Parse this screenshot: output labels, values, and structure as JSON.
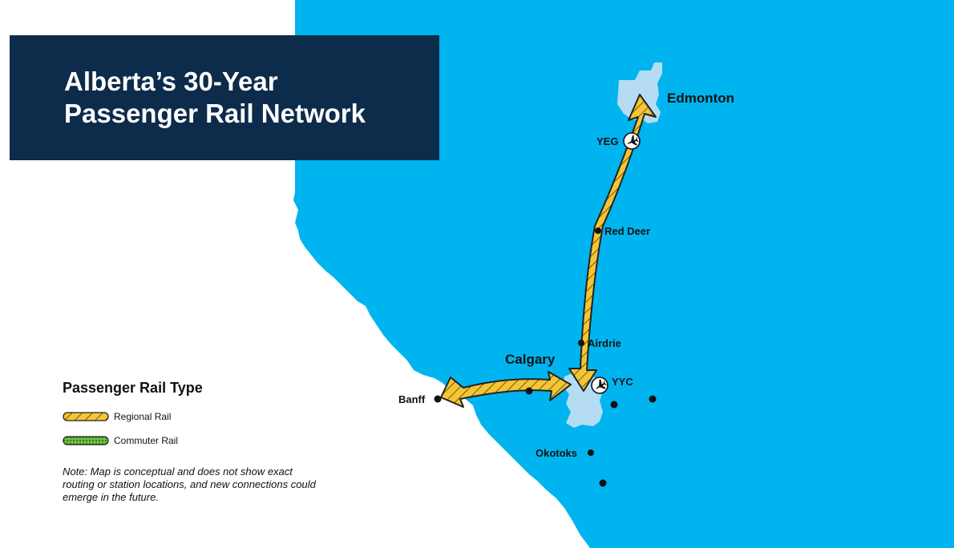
{
  "title": {
    "line1": "Alberta’s 30-Year",
    "line2": "Passenger Rail Network"
  },
  "legend": {
    "heading": "Passenger Rail Type",
    "items": [
      {
        "label": "Regional Rail",
        "color": "#f5c533"
      },
      {
        "label": "Commuter Rail",
        "color": "#6cbf3f"
      }
    ],
    "note": "Note: Map is conceptual and does not show exact routing or station locations, and new connections could emerge in the future."
  },
  "colors": {
    "province": "#00b4ef",
    "city": "#b5dcf2",
    "regional_rail": "#f5c533",
    "title_bg": "#0d2b4a"
  },
  "places": {
    "edmonton": "Edmonton",
    "yeg": "YEG",
    "red_deer": "Red Deer",
    "airdrie": "Airdrie",
    "calgary": "Calgary",
    "yyc": "YYC",
    "banff": "Banff",
    "okotoks": "Okotoks"
  },
  "icons": {
    "airport": "airplane-icon"
  }
}
